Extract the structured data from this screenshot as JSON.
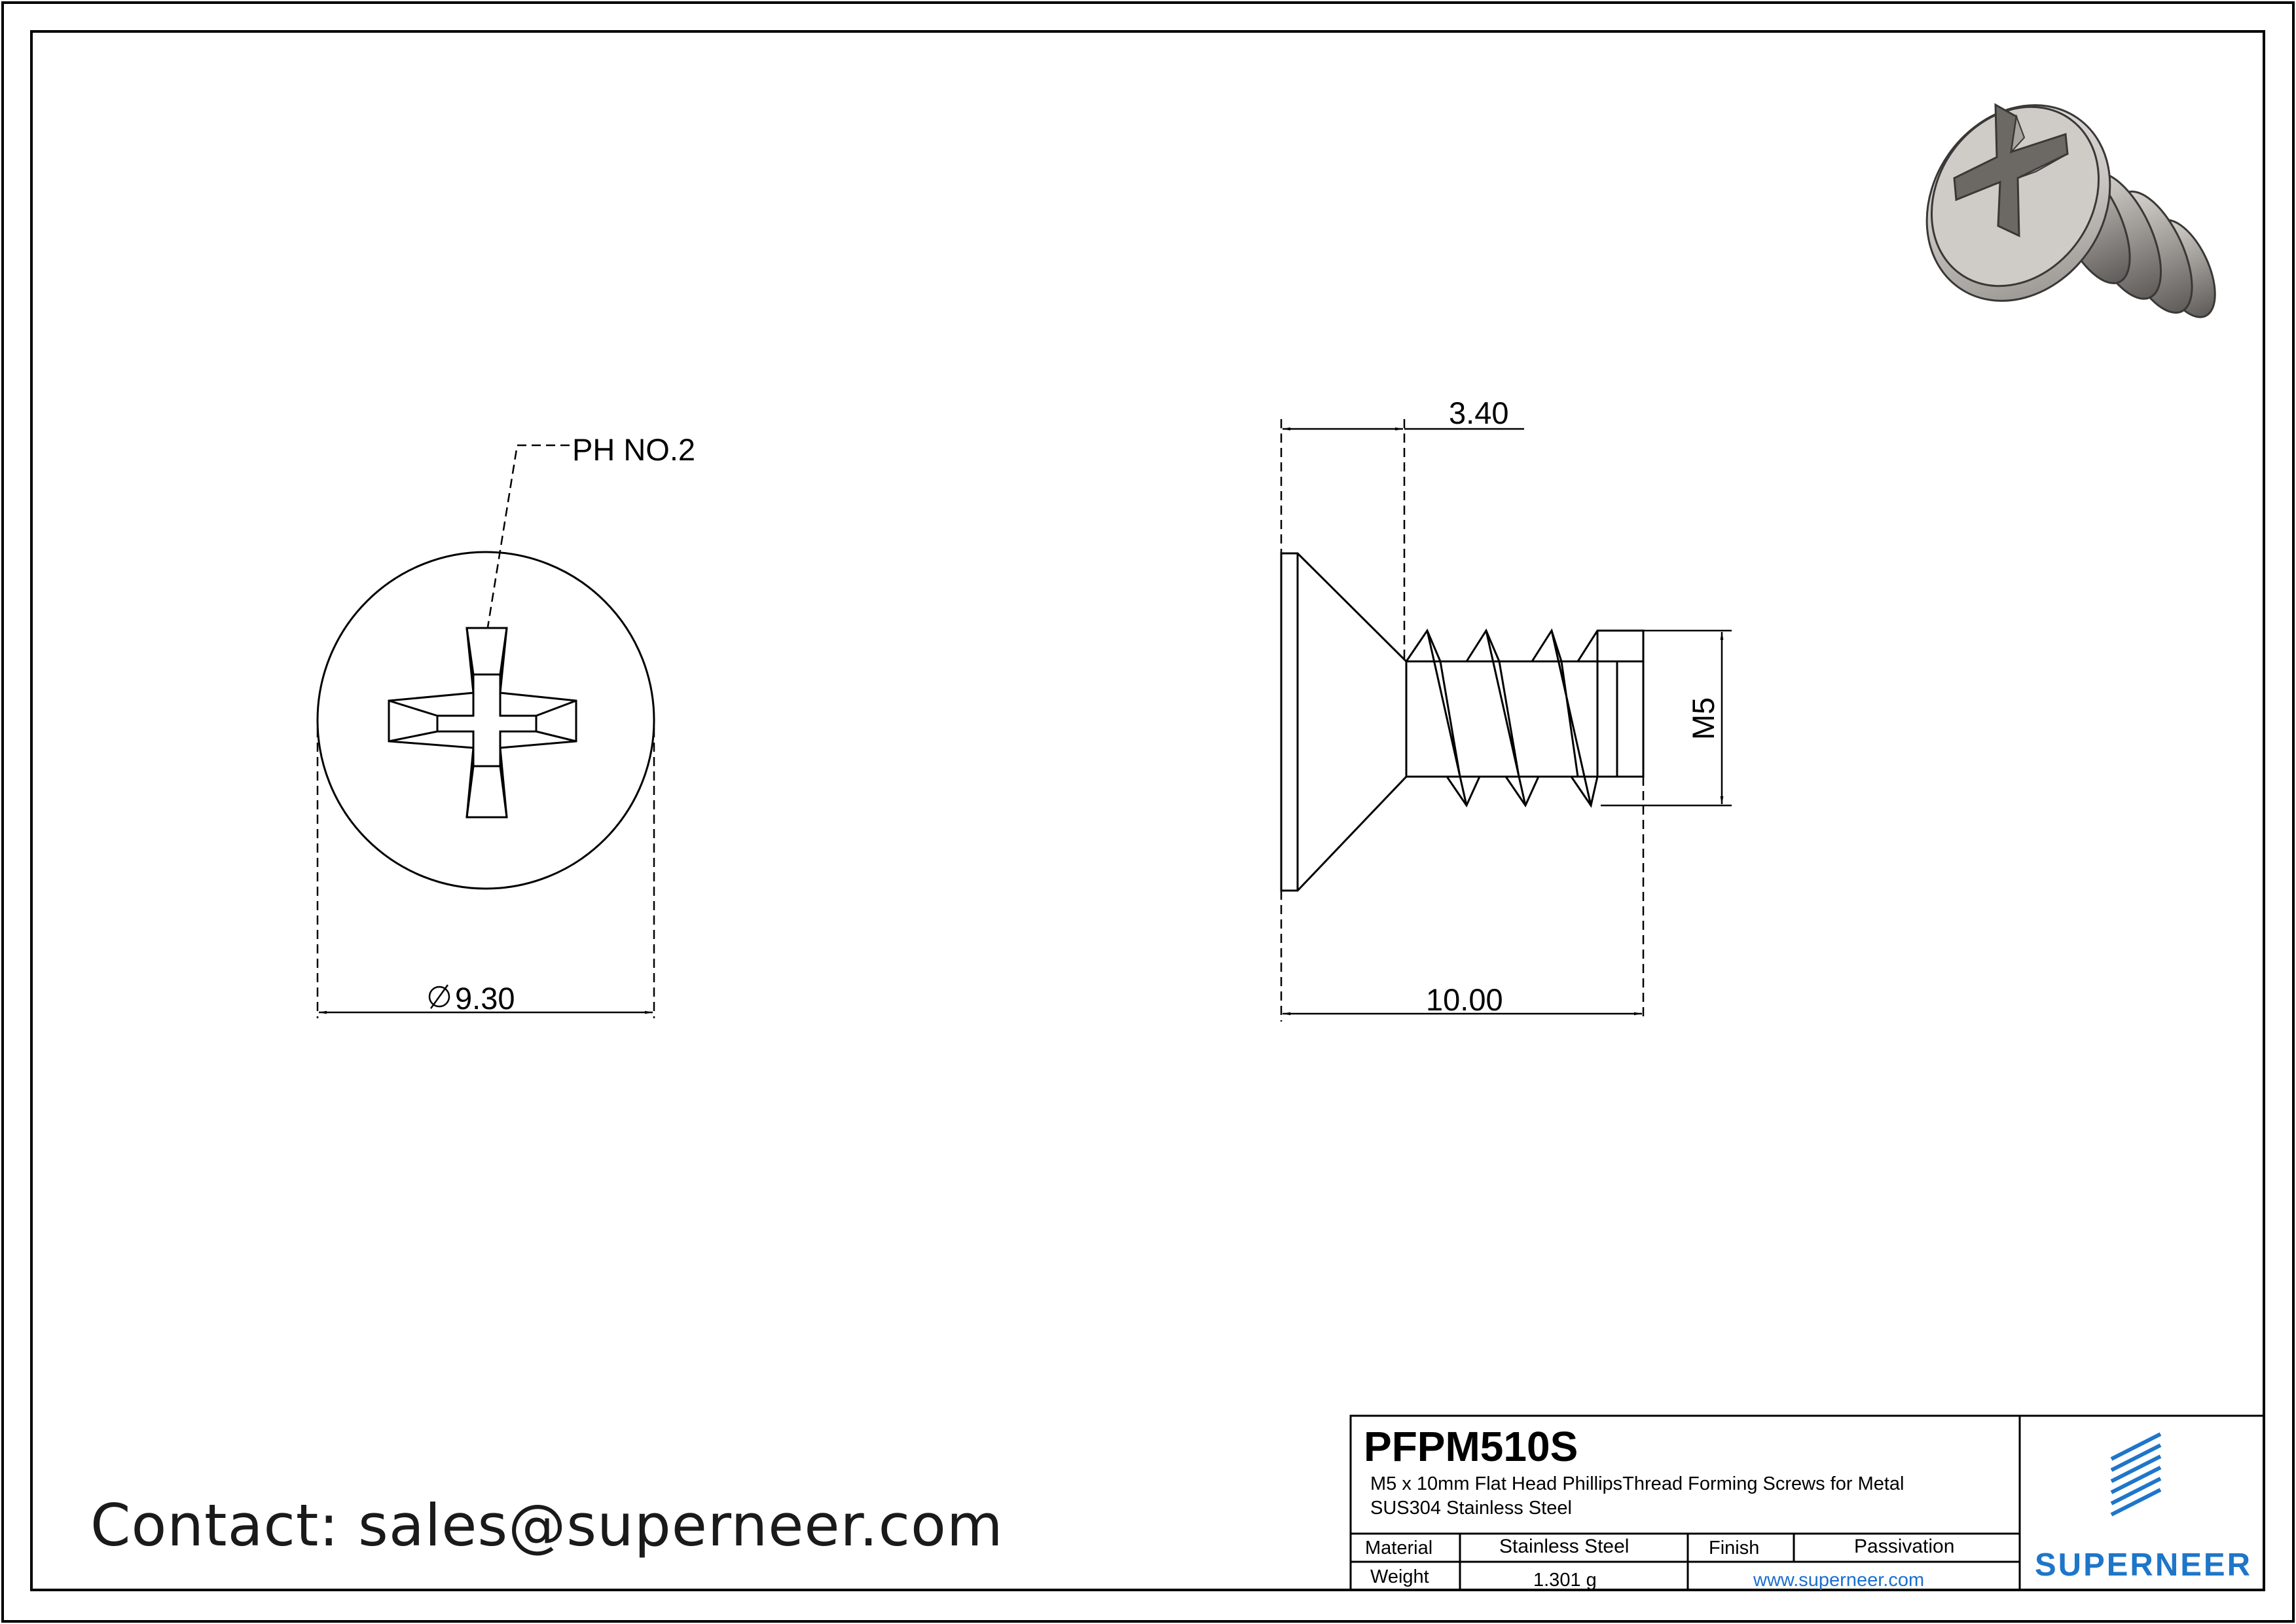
{
  "drawing": {
    "callout_label": "PH NO.2",
    "head_diameter": "9.30",
    "head_height": "3.40",
    "thread_size": "M5",
    "length": "10.00"
  },
  "contact": {
    "text": "Contact: sales@superneer.com"
  },
  "title_block": {
    "part_number": "PFPM510S",
    "description_line1": "M5 x 10mm Flat Head PhillipsThread Forming Screws for Metal",
    "description_line2": "SUS304 Stainless Steel",
    "material_label": "Material",
    "material_value": "Stainless Steel",
    "finish_label": "Finish",
    "finish_value": "Passivation",
    "weight_label": "Weight",
    "weight_value": "1.301 g",
    "website": "www.superneer.com",
    "brand": "SUPERNEER",
    "brand_color": "#1e76c9"
  }
}
